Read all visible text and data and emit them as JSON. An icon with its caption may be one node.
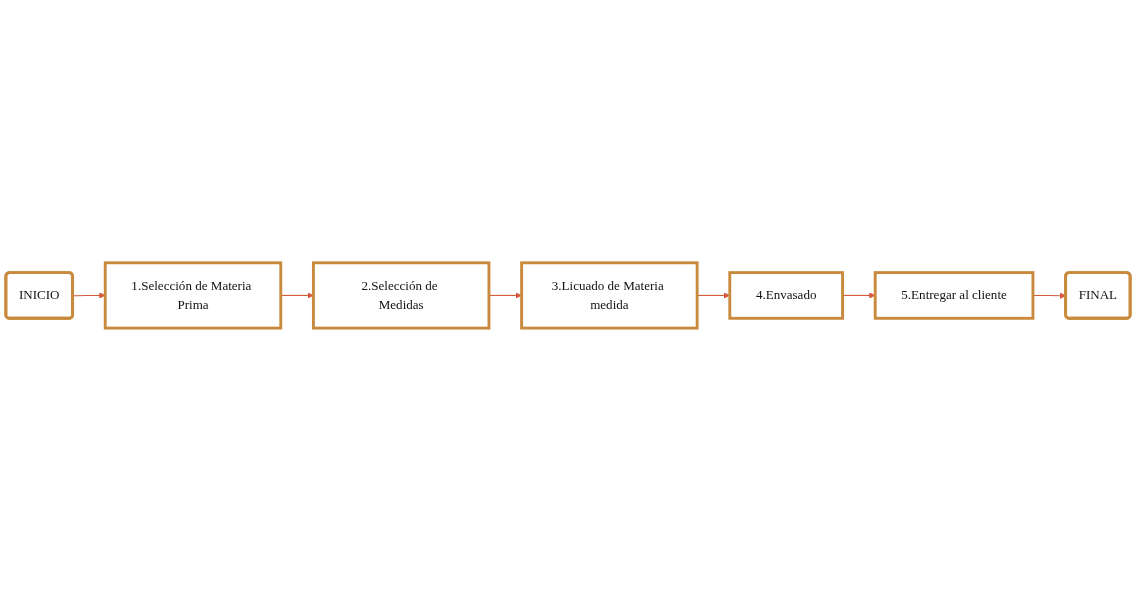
{
  "diagram": {
    "nodes": [
      {
        "text": [
          "INICIO"
        ]
      },
      {
        "text": [
          "1.Selección de Materia Prima"
        ]
      },
      {
        "text": [
          "2.Selección de Medidas"
        ]
      },
      {
        "text": [
          "3.Licuado de Materia medida"
        ]
      },
      {
        "text": [
          "4.Envasado"
        ]
      },
      {
        "text": [
          "5.Entregar al cliente"
        ]
      },
      {
        "text": [
          "FINAL"
        ]
      }
    ],
    "edges": [
      {
        "from": 0,
        "to": 1,
        "arrow": "to"
      },
      {
        "from": 1,
        "to": 2,
        "arrow": "to"
      },
      {
        "from": 2,
        "to": 3,
        "arrow": "to"
      },
      {
        "from": 3,
        "to": 4,
        "arrow": "to"
      },
      {
        "from": 4,
        "to": 5,
        "arrow": "to"
      },
      {
        "from": 5,
        "to": 6,
        "arrow": "to"
      }
    ]
  }
}
